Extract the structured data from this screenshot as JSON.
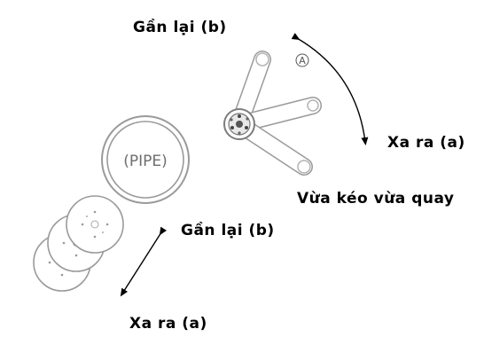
{
  "labels": {
    "top_closer": "Gần lại (b)",
    "right_farther": "Xa ra (a)",
    "pull_rotate": "Vừa kéo vừa quay",
    "middle_closer": "Gần lại (b)",
    "bottom_farther": "Xa ra (a)"
  },
  "pipe": {
    "label": "(PIPE)"
  },
  "rotation_marker": "A"
}
